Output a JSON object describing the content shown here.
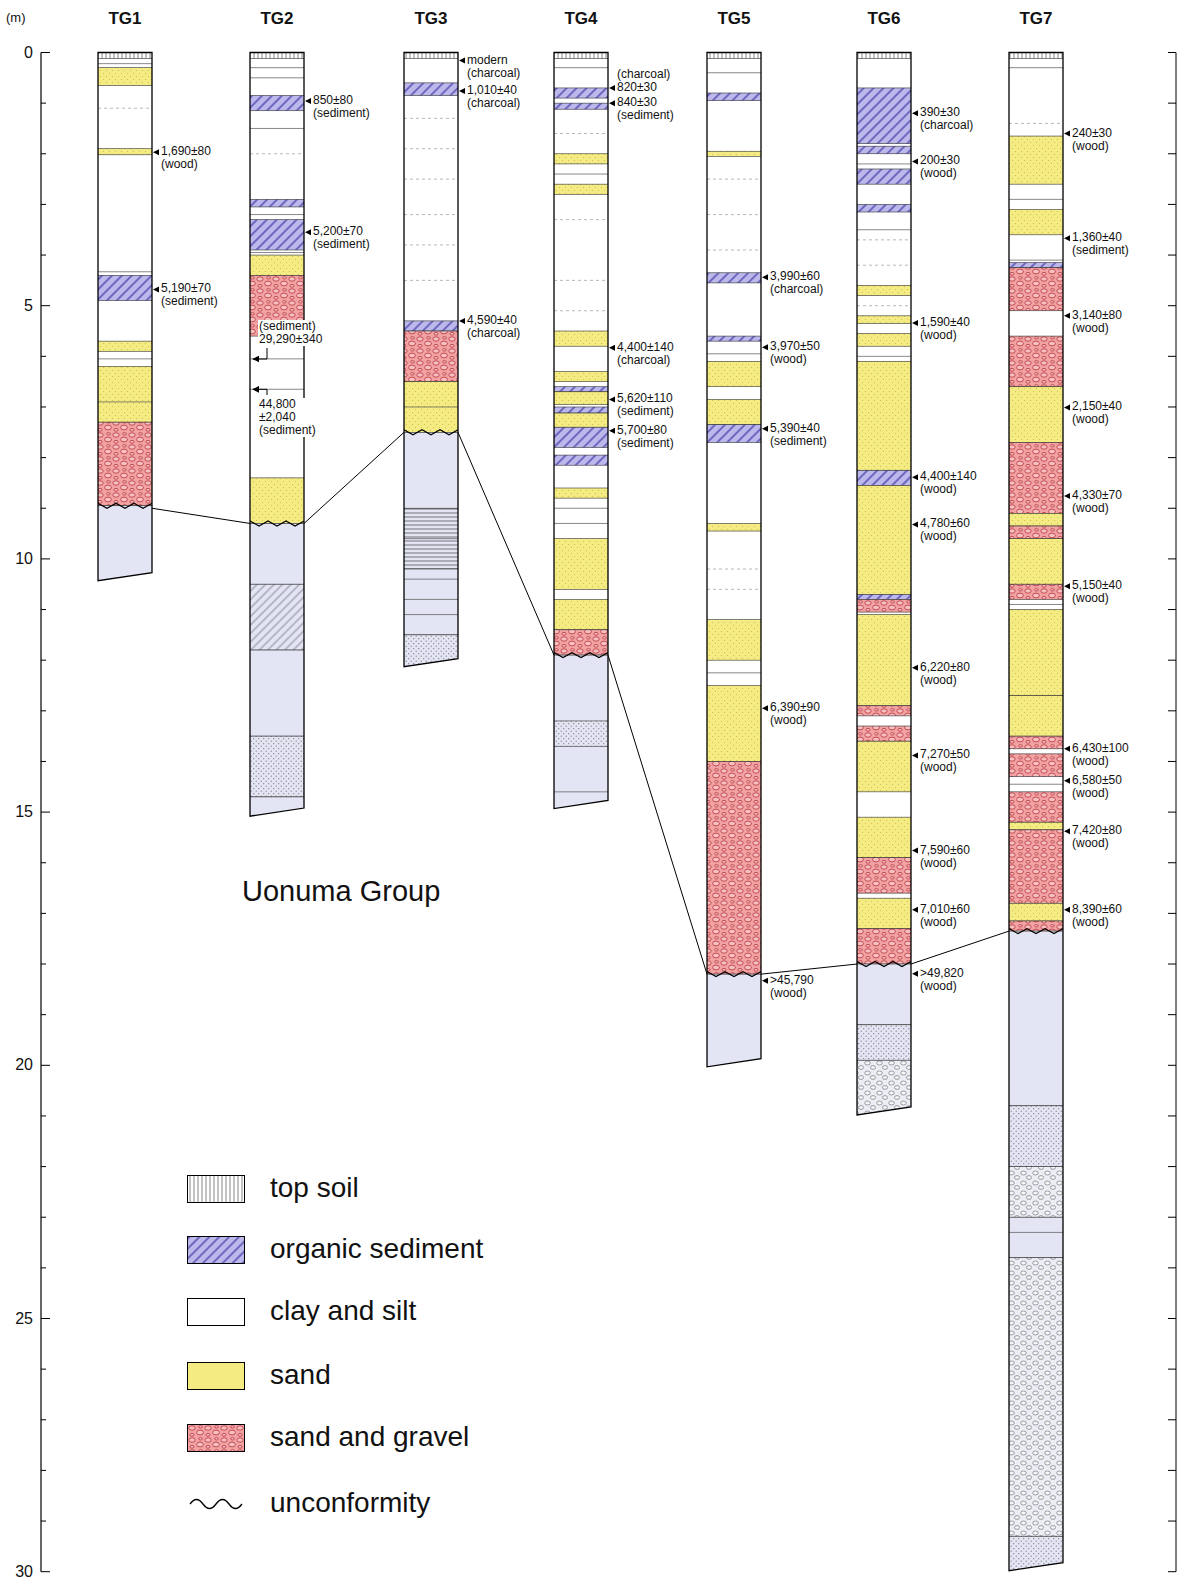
{
  "diagram": {
    "nodes": [
      {
        "text": [
          "TG1"
        ]
      },
      {
        "text": [
          "TG2"
        ]
      },
      {
        "text": [
          "TG3"
        ]
      },
      {
        "text": [
          "TG4"
        ]
      },
      {
        "text": [
          "TG5"
        ]
      },
      {
        "text": [
          "TG6"
        ]
      },
      {
        "text": [
          "TG7"
        ]
      }
    ],
    "edges": [
      {
        "from": 0,
        "to": 1,
        "arrow": "none"
      },
      {
        "from": 1,
        "to": 2,
        "arrow": "none"
      },
      {
        "from": 2,
        "to": 3,
        "arrow": "none"
      },
      {
        "from": 3,
        "to": 4,
        "arrow": "none"
      },
      {
        "from": 4,
        "to": 5,
        "arrow": "none"
      },
      {
        "from": 5,
        "to": 6,
        "arrow": "none"
      }
    ],
    "labels": [
      "(m)",
      "0",
      "5",
      "10",
      "15",
      "20",
      "25",
      "30",
      "1,690±80 (wood)",
      "5,190±70 (sediment)",
      "850±80 (sediment)",
      "5,200±70 (sediment)",
      "(sediment) 29,290±340",
      "44,800 ±2,040 (sediment)",
      "modern (charcoal)",
      "1,010±40 (charcoal)",
      "4,590±40 (charcoal)",
      "(charcoal) 820±30",
      "840±30 (sediment)",
      "4,400±140 (charcoal)",
      "5,620±110 (sediment)",
      "5,700±80 (sediment)",
      "3,990±60 (charcoal)",
      "3,970±50 (wood)",
      "5,390±40 (sediment)",
      "6,390±90 (wood)",
      ">45,790 (wood)",
      "390±30 (charcoal)",
      "200±30 (wood)",
      "1,590±40 (wood)",
      "4,400±140 (wood)",
      "4,780±60 (wood)",
      "6,220±80 (wood)",
      "7,270±50 (wood)",
      "7,590±60 (wood)",
      "7,010±60 (wood)",
      ">49,820 (wood)",
      "240±30 (wood)",
      "1,360±40 (sediment)",
      "3,140±80 (wood)",
      "2,150±40 (wood)",
      "4,330±70 (wood)",
      "5,150±40 (wood)",
      "6,430±100 (wood)",
      "6,580±50 (wood)",
      "7,420±80 (wood)",
      "8,390±60 (wood)",
      "Uonuma Group"
    ],
    "legend": [
      {
        "text": "top soil"
      },
      {
        "text": "organic sediment"
      },
      {
        "text": "clay and silt",
        "color": "#ffffff"
      },
      {
        "text": "sand",
        "color": "#f4ec82"
      },
      {
        "text": "sand and gravel"
      },
      {
        "text": "unconformity"
      }
    ]
  }
}
